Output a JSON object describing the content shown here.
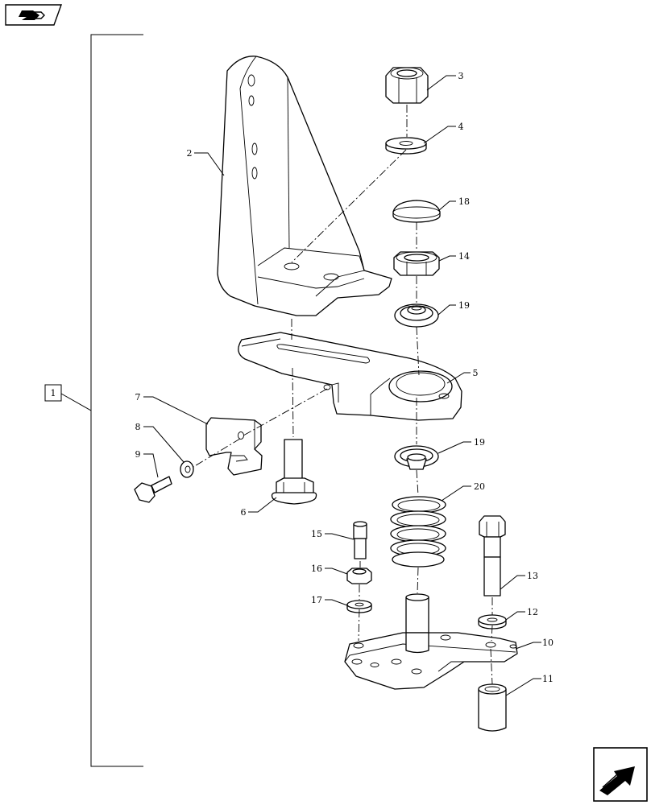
{
  "callouts": [
    "1",
    "2",
    "3",
    "4",
    "5",
    "6",
    "7",
    "8",
    "9",
    "10",
    "11",
    "12",
    "13",
    "14",
    "15",
    "16",
    "17",
    "18",
    "19",
    "19",
    "20"
  ],
  "icons": {
    "top_left": "previous-page-icon",
    "bottom_right": "next-page-icon"
  }
}
